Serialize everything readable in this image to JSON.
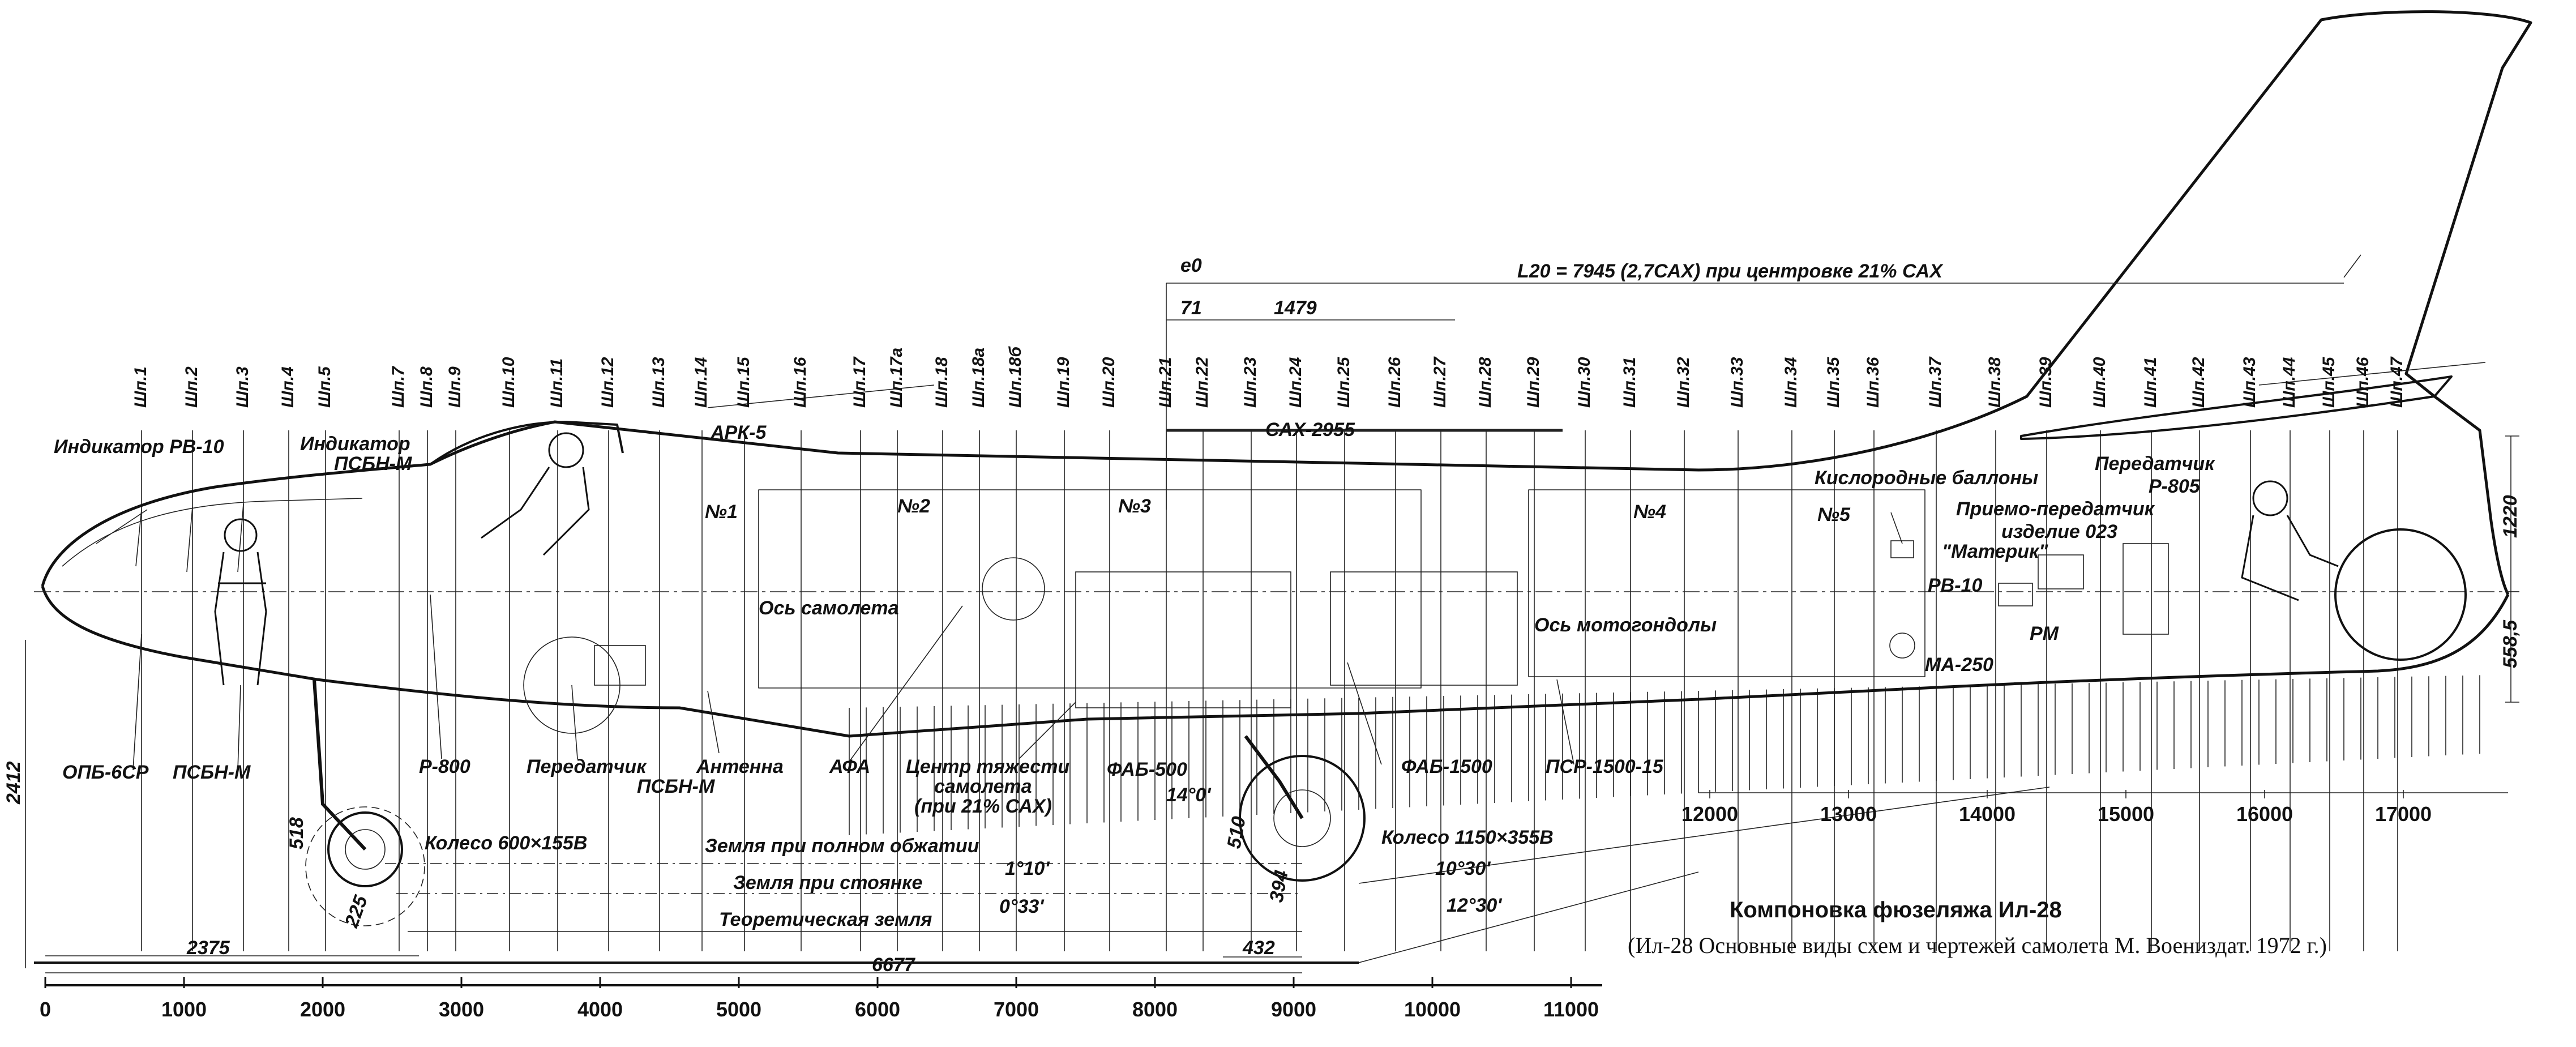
{
  "caption": {
    "title": "Компоновка фюзеляжа Ил-28",
    "source": "(Ил-28  Основные виды схем и чертежей самолета    М. Воениздат. 1972 г.)"
  },
  "frames": [
    "Шп.1",
    "Шп.2",
    "Шп.3",
    "Шп.4",
    "Шп.5",
    "Шп.7",
    "Шп.8",
    "Шп.9",
    "Шп.10",
    "Шп.11",
    "Шп.12",
    "Шп.13",
    "Шп.14",
    "Шп.15",
    "Шп.16",
    "Шп.17",
    "Шп.17а",
    "Шп.18",
    "Шп.18а",
    "Шп.18б",
    "Шп.19",
    "Шп.20",
    "Шп.21",
    "Шп.22",
    "Шп.23",
    "Шп.24",
    "Шп.25",
    "Шп.26",
    "Шп.27",
    "Шп.28",
    "Шп.29",
    "Шп.30",
    "Шп.31",
    "Шп.32",
    "Шп.33",
    "Шп.34",
    "Шп.35",
    "Шп.36",
    "Шп.37",
    "Шп.38",
    "Шп.39",
    "Шп.40",
    "Шп.41",
    "Шп.42",
    "Шп.43",
    "Шп.44",
    "Шп.45",
    "Шп.46",
    "Шп.47"
  ],
  "bottom_scale": [
    "0",
    "1000",
    "2000",
    "3000",
    "4000",
    "5000",
    "6000",
    "7000",
    "8000",
    "9000",
    "10000",
    "11000"
  ],
  "right_scale": [
    "12000",
    "13000",
    "14000",
    "15000",
    "16000",
    "17000"
  ],
  "dimensions": {
    "l20": "L20 = 7945 (2,7САХ) при центровке 21% САХ",
    "e0": "e0",
    "d71": "71",
    "d1479": "1479",
    "cax": "САХ-2955",
    "h2412": "2412",
    "h1220": "1220",
    "h558": "558,5",
    "d2375": "2375",
    "d6677": "6677",
    "d432": "432",
    "d518": "518",
    "d225": "225",
    "d510": "510",
    "d394": "394",
    "a1": "1°10'",
    "a2": "0°33'",
    "a3": "10°30'",
    "a4": "12°30'",
    "a5": "14°0'"
  },
  "ground_lines": {
    "full": "Земля при полном обжатии",
    "parking": "Земля при стоянке",
    "theoretical": "Теоретическая земля"
  },
  "labels": {
    "indicator_rv10": "Индикатор РВ-10",
    "indicator_psbn": "Индикатор",
    "indicator_psbn2": "ПСБН-М",
    "ark5": "АРК-5",
    "no1": "№1",
    "no2": "№2",
    "no3": "№3",
    "no4": "№4",
    "no5": "№5",
    "aircraft_axis": "Ось самолета",
    "nacelle_axis": "Ось мотогондолы",
    "oxygen": "Кислородные баллоны",
    "transceiver": "Приемо-передатчик",
    "izdelie": "изделие 023",
    "materik": "\"Материк\"",
    "rv10": "РВ-10",
    "rm": "РМ",
    "ma250": "МА-250",
    "transmitter_r805": "Передатчик",
    "r805": "Р-805",
    "opb": "ОПБ-6СР",
    "psbn_m": "ПСБН-М",
    "r800": "Р-800",
    "transmitter": "Передатчик",
    "antenna": "Антенна",
    "antenna2": "ПСБН-М",
    "afa": "АФА",
    "cg": "Центр тяжести",
    "cg2": "самолета",
    "cg3": "(при 21% САХ)",
    "fab500": "ФАБ-500",
    "fab1500": "ФАБ-1500",
    "psr": "ПСР-1500-15",
    "wheel_nose": "Колесо 600×155В",
    "wheel_main": "Колесо 1150×355В"
  }
}
